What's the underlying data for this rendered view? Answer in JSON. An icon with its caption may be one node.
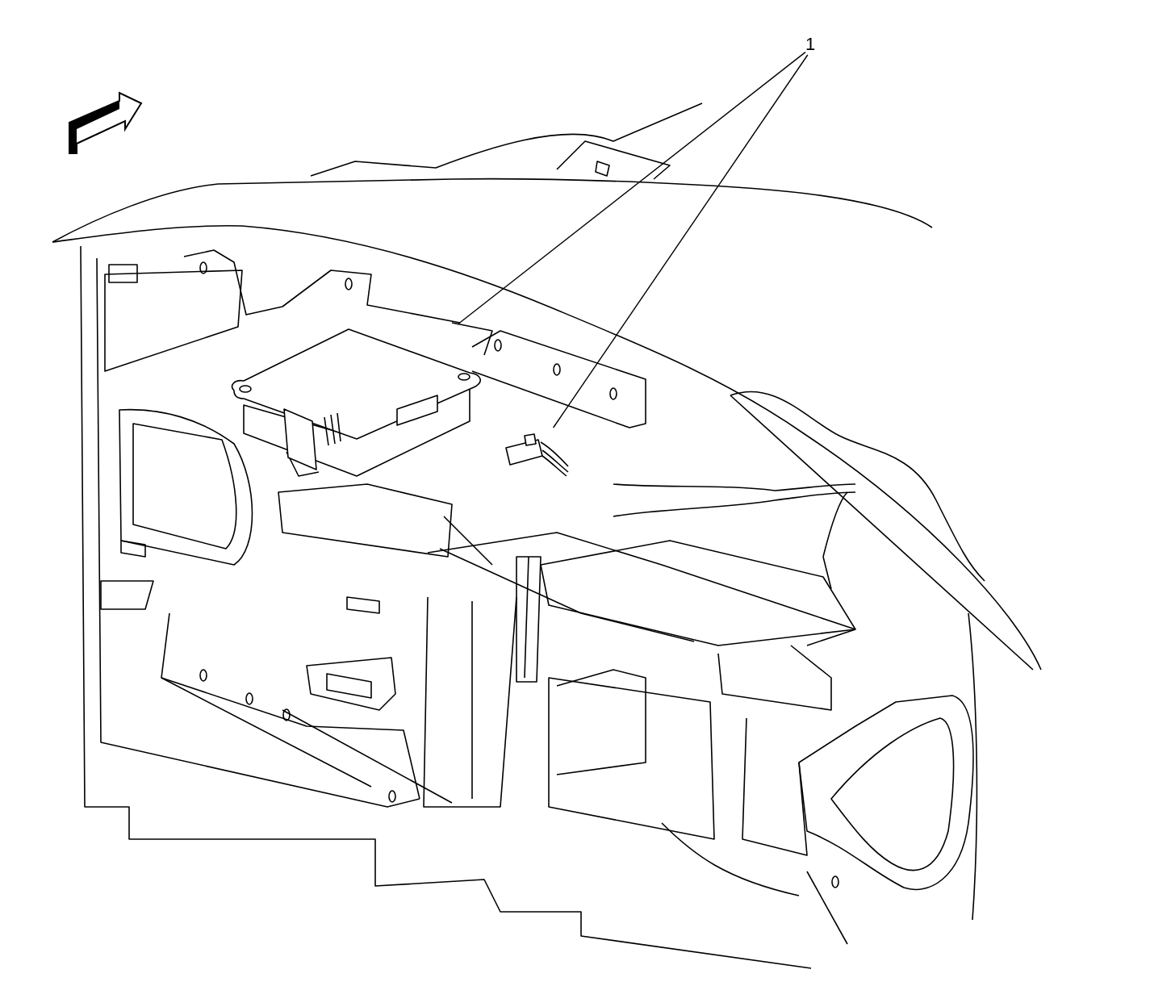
{
  "diagram": {
    "nodes": [
      {
        "text": [
          "1"
        ]
      },
      {
        "text": [],
        "shape": "picture"
      },
      {
        "text": [],
        "shape": "picture"
      }
    ],
    "edges": [
      {
        "from": 0,
        "to": 1,
        "arrow": "none"
      },
      {
        "from": 0,
        "to": 2,
        "arrow": "none"
      }
    ]
  }
}
